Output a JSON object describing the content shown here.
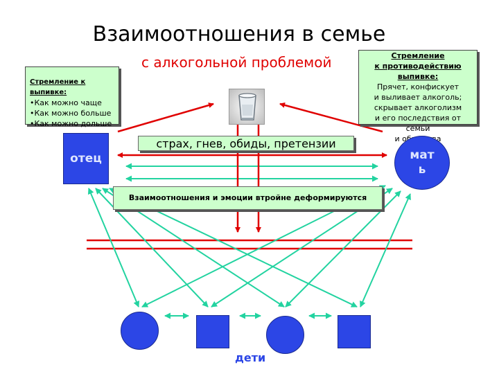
{
  "title": "Взаимоотношения в семье",
  "subtitle": "с алкогольной проблемой",
  "father_box": {
    "heading": "Стремление к выпивке:",
    "items": [
      "•Как можно чаще",
      "•Как можно больше",
      "•Как можно дольше"
    ]
  },
  "mother_box": {
    "heading_lines": [
      "Стремление",
      "к противодействию",
      "выпивке:"
    ],
    "body_lines": [
      "Прячет, конфискует",
      "и выливает алкоголь;",
      "скрывает алкоголизм",
      "и его последствия от семьи",
      "и общества"
    ]
  },
  "emotions_label": "страх, гнев, обиды, претензии",
  "deformed_label": "Взаимоотношения и эмоции втройне деформируются",
  "father_label": "отец",
  "mother_label": "мать",
  "children_label": "дети",
  "icon": "glass-icon",
  "colors": {
    "accent_red": "#e00000",
    "arrow_green": "#22d3a0",
    "node_blue": "#2c46e6",
    "box_fill": "#ccffcc"
  }
}
